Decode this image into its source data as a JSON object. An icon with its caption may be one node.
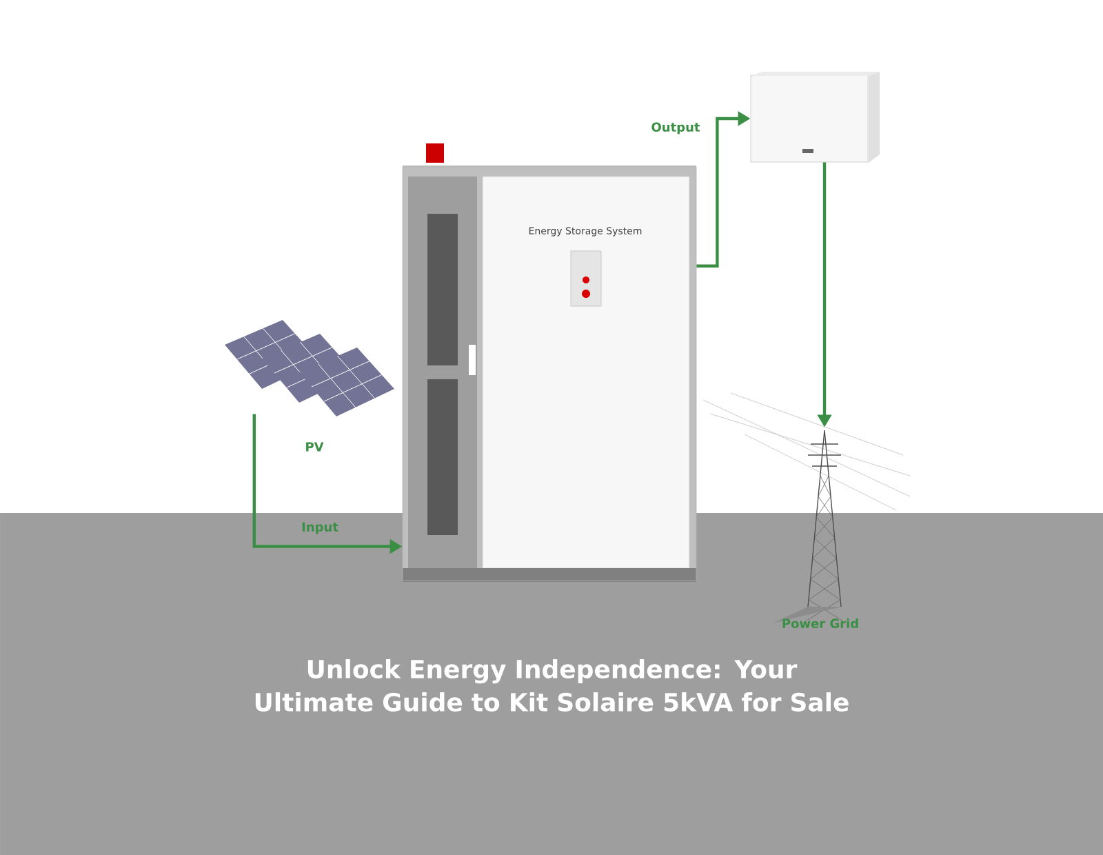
{
  "diagram": {
    "title": "Unlock Energy Independence: Your Ultimate Guide to Kit Solaire 5kVA for Sale",
    "nodes": [
      {
        "text": [],
        "shape": "picture",
        "beside": [
          "PV"
        ]
      },
      {
        "text": [
          "Energy Storage System"
        ]
      },
      {
        "text": [],
        "shape": "box"
      },
      {
        "text": [],
        "shape": "picture",
        "beside": [
          "Power Grid"
        ]
      }
    ],
    "edges": [
      {
        "from": 0,
        "to": 1,
        "arrow": "to",
        "label": "Input"
      },
      {
        "from": 1,
        "to": 2,
        "arrow": "to",
        "label": "Output"
      },
      {
        "from": 2,
        "to": 3,
        "arrow": "to"
      }
    ]
  }
}
